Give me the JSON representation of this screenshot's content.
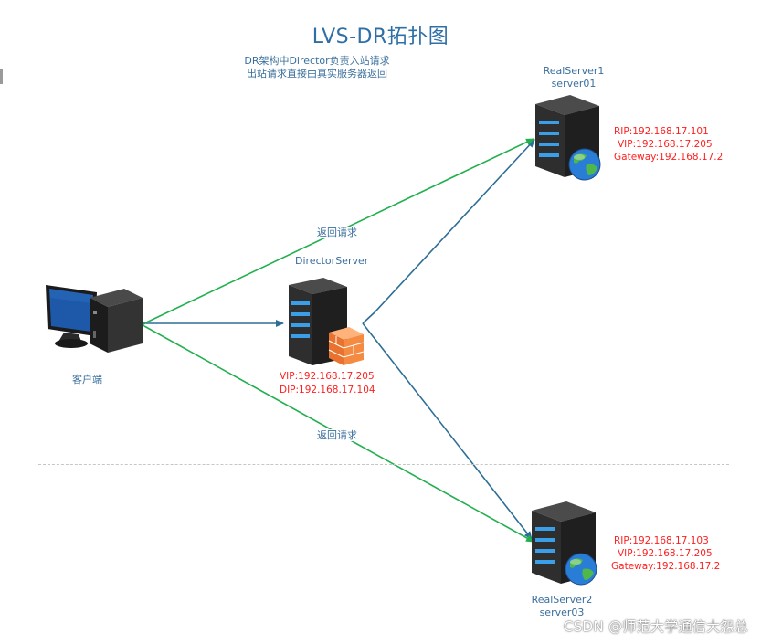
{
  "title": "LVS-DR拓扑图",
  "note": {
    "line1": "DR架构中Director负责入站请求",
    "line2": "出站请求直接由真实服务器返回"
  },
  "client": {
    "label": "客户端"
  },
  "director": {
    "label": "DirectorServer",
    "vip": "VIP:192.168.17.205",
    "dip": "DIP:192.168.17.104"
  },
  "realserver1": {
    "name": "RealServer1",
    "host": "server01",
    "rip": "RIP:192.168.17.101",
    "vip": "VIP:192.168.17.205",
    "gateway": "Gateway:192.168.17.2"
  },
  "realserver2": {
    "name": "RealServer2",
    "host": "server03",
    "rip": "RIP:192.168.17.103",
    "vip": "VIP:192.168.17.205",
    "gateway": "Gateway:192.168.17.2"
  },
  "return_label_top": "返回请求",
  "return_label_bottom": "返回请求",
  "watermark": "CSDN @师范大学通信大怨总",
  "colors": {
    "request_line": "#2d6e96",
    "return_line": "#22b04f",
    "title": "#2f6fa6",
    "ip_text": "#ff1f1f"
  }
}
